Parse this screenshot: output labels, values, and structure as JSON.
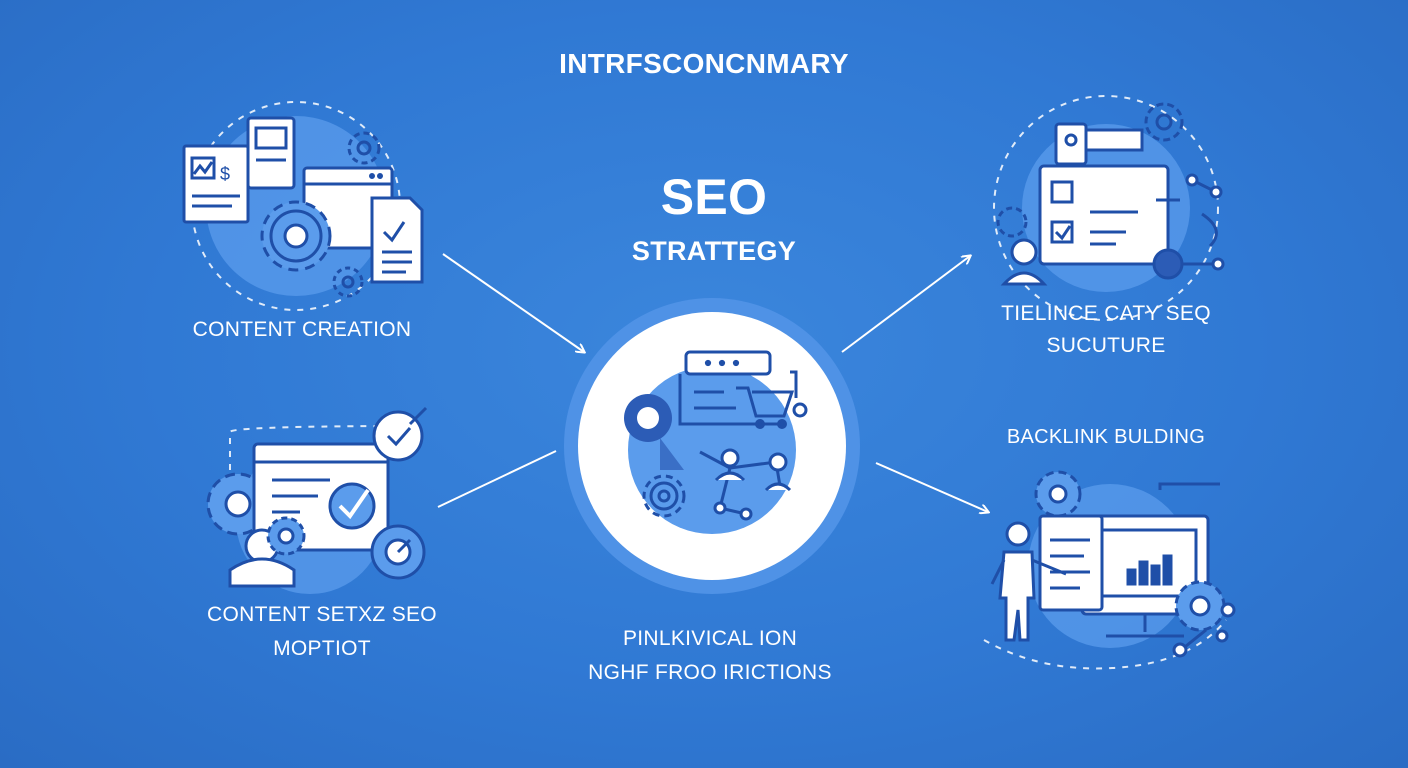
{
  "diagram": {
    "title": "INTRFSCONCNMARY",
    "center": {
      "title": "SEO",
      "subtitle": "STRATTEGY",
      "caption_lines": [
        "PINLKIVICAL ION",
        "NGHF FROO IRICTIONS"
      ]
    },
    "nodes": [
      {
        "id": "content-creation",
        "lines": [
          "CONTENT CREATION"
        ]
      },
      {
        "id": "technical-seo",
        "lines": [
          "TIELINCE CATY SEQ",
          "SUCUTURE"
        ]
      },
      {
        "id": "content-seo",
        "lines": [
          "CONTENT SETXZ SEO",
          "MOPTIOT"
        ]
      },
      {
        "id": "backlink-building",
        "lines": [
          "BACKLINK BULDING"
        ]
      }
    ]
  },
  "colors": {
    "background": "#3079d4",
    "ink": "#1f4fa8",
    "blob": "#5b9cec",
    "white": "#ffffff"
  },
  "icons": [
    "gear-icon",
    "document-icon",
    "chart-icon",
    "checkmark-icon",
    "target-icon",
    "person-icon",
    "network-icon",
    "cart-icon",
    "monitor-icon"
  ]
}
